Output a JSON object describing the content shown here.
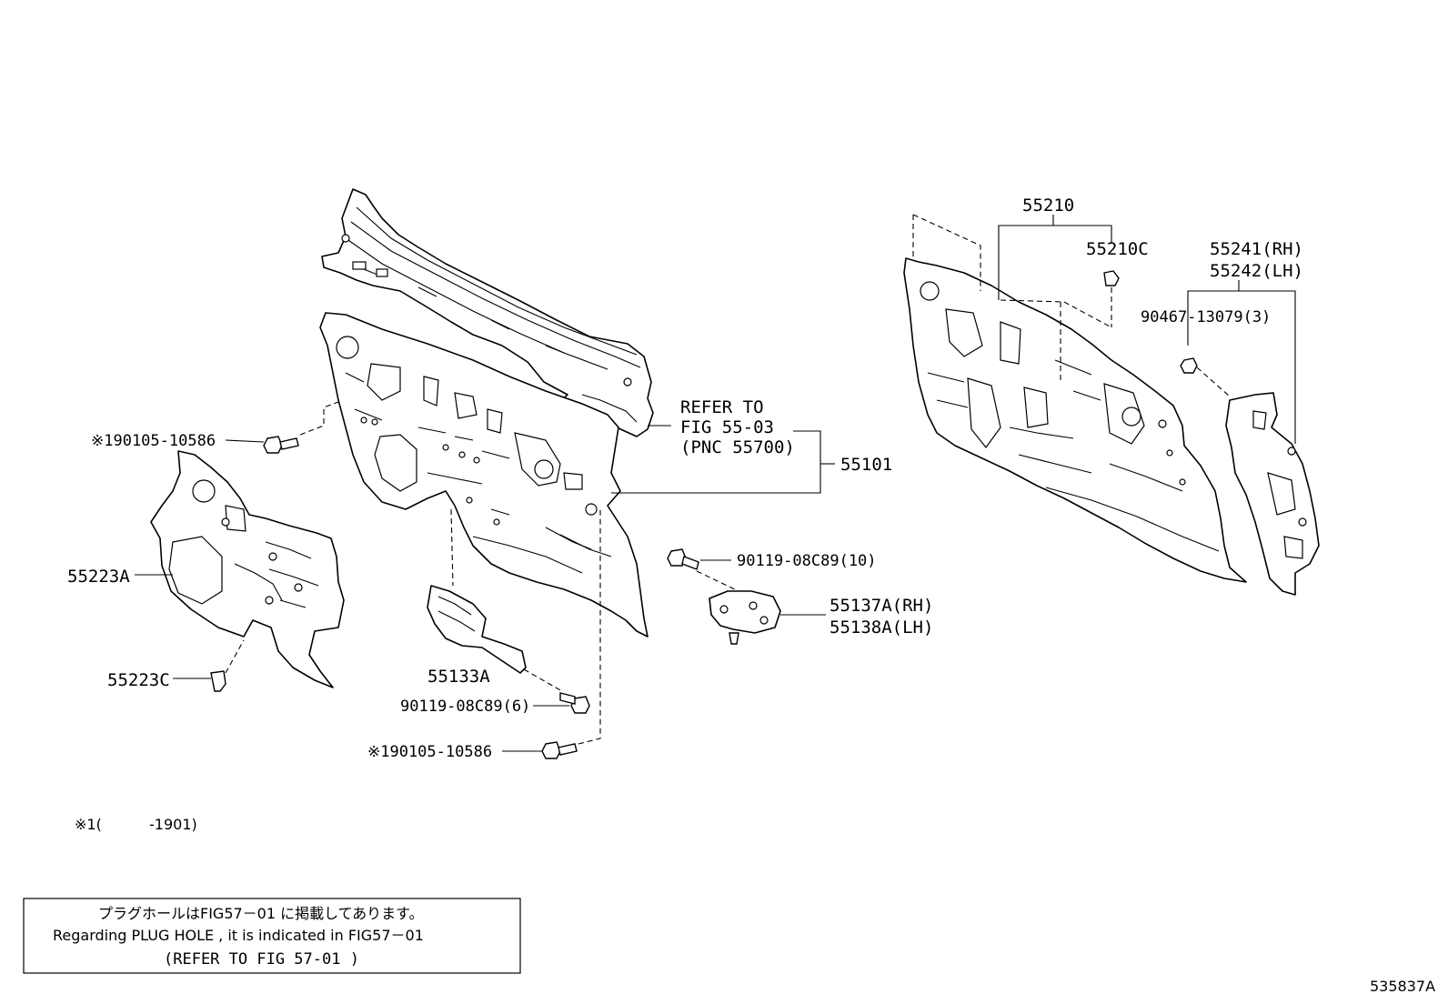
{
  "labels": {
    "cowl_refer_line1": "REFER TO",
    "cowl_refer_line2": "FIG 55-03",
    "cowl_refer_line3": "(PNC 55700)",
    "p55101": "55101",
    "p55210": "55210",
    "p55210c": "55210C",
    "p55241": "55241(RH)",
    "p55242": "55242(LH)",
    "p90467": "90467-13079(3)",
    "p190105_top": "※190105-10586",
    "p190105_bottom": "※190105-10586",
    "p55223a": "55223A",
    "p55223c": "55223C",
    "p55133a": "55133A",
    "p90119_6": "90119-08C89(6)",
    "p90119_10": "90119-08C89(10)",
    "p55137a": "55137A(RH)",
    "p55138a": "55138A(LH)"
  },
  "footnote": {
    "mark": "※1(",
    "range": "-1901)"
  },
  "note_box": {
    "line_jp": "プラグホールはFIG57－01 に掲載してあります。",
    "line_en": "Regarding  PLUG HOLE , it is  indicated  in  FIG57－01",
    "line_ref": "(REFER TO FIG 57-01  )"
  },
  "illustration_id": "535837A"
}
